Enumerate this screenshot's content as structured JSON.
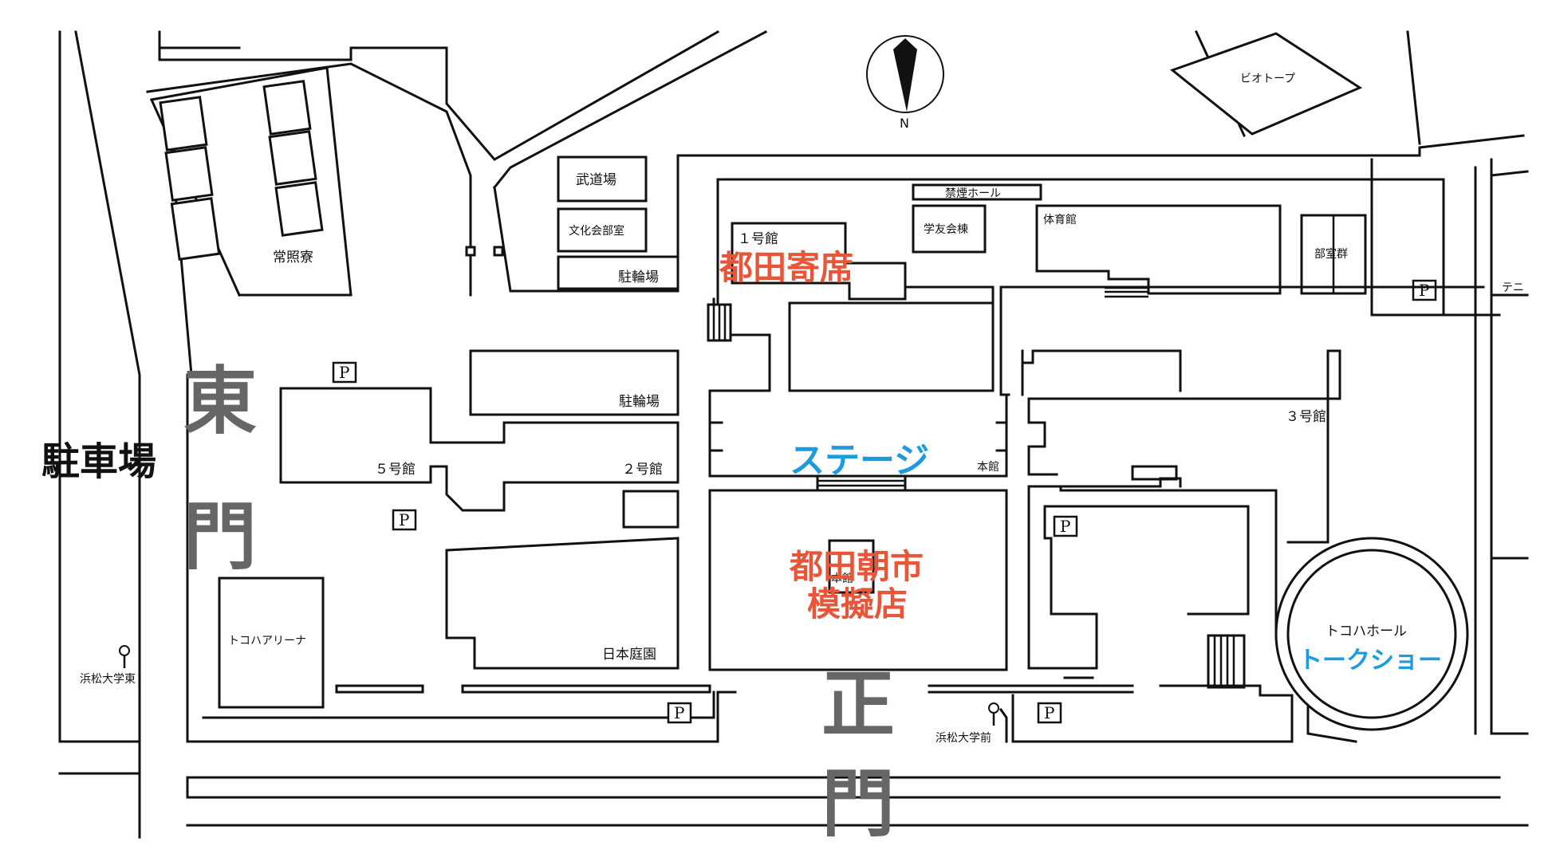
{
  "map": {
    "compass_label": "N",
    "buildings": {
      "budojo": "武道場",
      "bunkakai": "文化会部室",
      "chorin_north": "駐輪場",
      "joshoryo": "常照寮",
      "kinen_hall": "禁煙ホール",
      "gakuyu": "学友会棟",
      "taiikukan": "体育館",
      "bushitsu": "部室群",
      "biotope": "ビオトープ",
      "tennis": "テニ",
      "ichigokan": "１号館",
      "chorin_mid": "駐輪場",
      "gogokan": "５号館",
      "nigokan": "２号館",
      "honkan": "本館",
      "sangokan": "３号館",
      "honkan_inner": "本館",
      "toko_arena": "トコハアリーナ",
      "teien": "日本庭園",
      "toko_hall": "トコハホール",
      "bus_east": "浜松大学東",
      "bus_front": "浜松大学前"
    },
    "parking": "P",
    "highlights": {
      "tsuda_yose": "都田寄席",
      "stage": "ステージ",
      "asaichi_line1": "都田朝市",
      "asaichi_line2": "模擬店",
      "talkshow": "トークショー"
    },
    "gates": {
      "east_1": "東",
      "east_2": "門",
      "main_1": "正",
      "main_2": "門"
    },
    "parking_area": "駐車場"
  }
}
